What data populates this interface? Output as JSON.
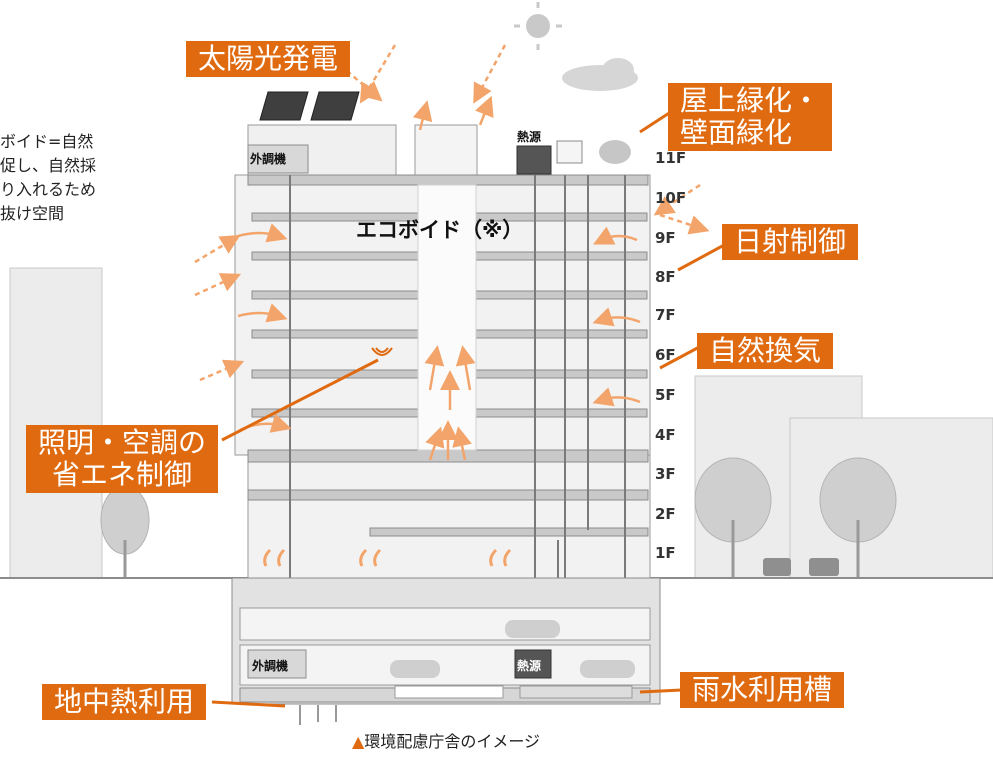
{
  "callouts": {
    "solar": "太陽光発電",
    "green_line1": "屋上緑化・",
    "green_line2": "壁面緑化",
    "sun_control": "日射制御",
    "ventilation": "自然換気",
    "lighting_line1": "照明・空調の",
    "lighting_line2": "省エネ制御",
    "geothermal": "地中熱利用",
    "rainwater": "雨水利用槽"
  },
  "note": {
    "line1": "ボイド=自然",
    "line2": "促し、自然採",
    "line3": "り入れるため",
    "line4": "抜け空間"
  },
  "labels": {
    "eco_void": "エコボイド（※）",
    "outdoor_unit_top": "外調機",
    "outdoor_unit_bottom": "外調機",
    "heat_source_top": "熱源",
    "heat_source_bottom": "熱源"
  },
  "floors": [
    "11F",
    "10F",
    "9F",
    "8F",
    "7F",
    "6F",
    "5F",
    "4F",
    "3F",
    "2F",
    "1F"
  ],
  "caption": {
    "marker": "▲",
    "text": "環境配慮庁舎のイメージ"
  },
  "colors": {
    "accent": "#e06a10",
    "arrow": "#f3a46a",
    "building": "#f2f2f2",
    "structure": "#8c8c8c"
  }
}
